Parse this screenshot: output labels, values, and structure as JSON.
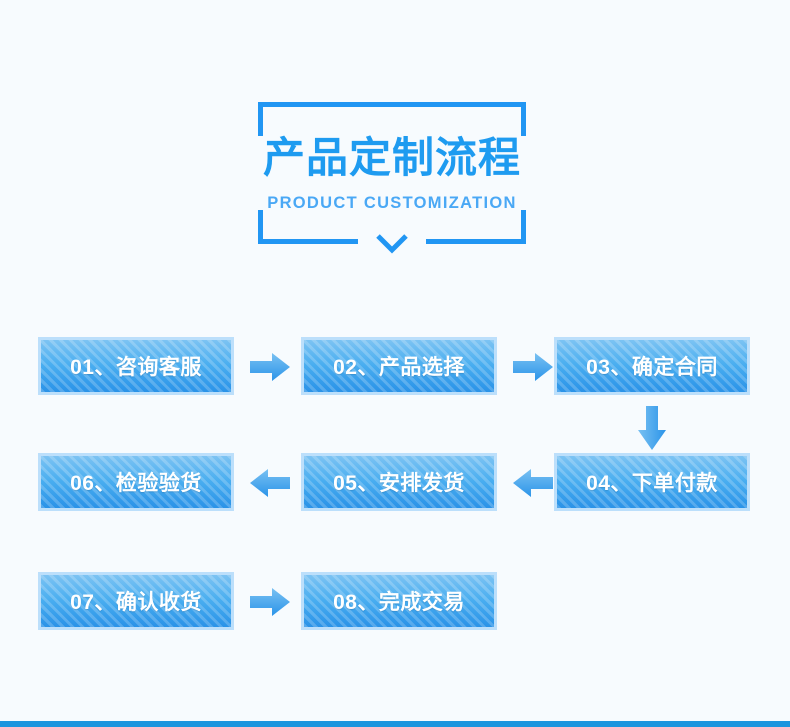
{
  "header": {
    "title_cn": "产品定制流程",
    "title_en": "PRODUCT CUSTOMIZATION",
    "bracket_color": "#2196f3",
    "title_color": "#1e9bf0",
    "subtitle_color": "#4aa8f5"
  },
  "theme": {
    "background": "#f7fbfe",
    "box_border": "#bcdffb",
    "box_fill_top": "#7cc3f3",
    "box_fill_bottom": "#2a93e8",
    "arrow_color": "#3aa5ee",
    "bottom_rule": "#1b95de"
  },
  "chart_data": {
    "type": "diagram",
    "title": "产品定制流程",
    "subtitle": "PRODUCT CUSTOMIZATION",
    "layout": "boustrophedon-flowchart",
    "rows": 3,
    "steps": [
      {
        "number": "01",
        "label": "01、咨询客服",
        "text": "咨询客服",
        "row": 1,
        "col": 1
      },
      {
        "number": "02",
        "label": "02、产品选择",
        "text": "产品选择",
        "row": 1,
        "col": 2
      },
      {
        "number": "03",
        "label": "03、确定合同",
        "text": "确定合同",
        "row": 1,
        "col": 3
      },
      {
        "number": "04",
        "label": "04、下单付款",
        "text": "下单付款",
        "row": 2,
        "col": 3
      },
      {
        "number": "05",
        "label": "05、安排发货",
        "text": "安排发货",
        "row": 2,
        "col": 2
      },
      {
        "number": "06",
        "label": "06、检验验货",
        "text": "检验验货",
        "row": 2,
        "col": 1
      },
      {
        "number": "07",
        "label": "07、确认收货",
        "text": "确认收货",
        "row": 3,
        "col": 1
      },
      {
        "number": "08",
        "label": "08、完成交易",
        "text": "完成交易",
        "row": 3,
        "col": 2
      }
    ],
    "connectors": [
      {
        "from": "01",
        "to": "02",
        "direction": "right"
      },
      {
        "from": "02",
        "to": "03",
        "direction": "right"
      },
      {
        "from": "03",
        "to": "04",
        "direction": "down"
      },
      {
        "from": "04",
        "to": "05",
        "direction": "left"
      },
      {
        "from": "05",
        "to": "06",
        "direction": "left"
      },
      {
        "from": "07",
        "to": "08",
        "direction": "right"
      }
    ]
  }
}
